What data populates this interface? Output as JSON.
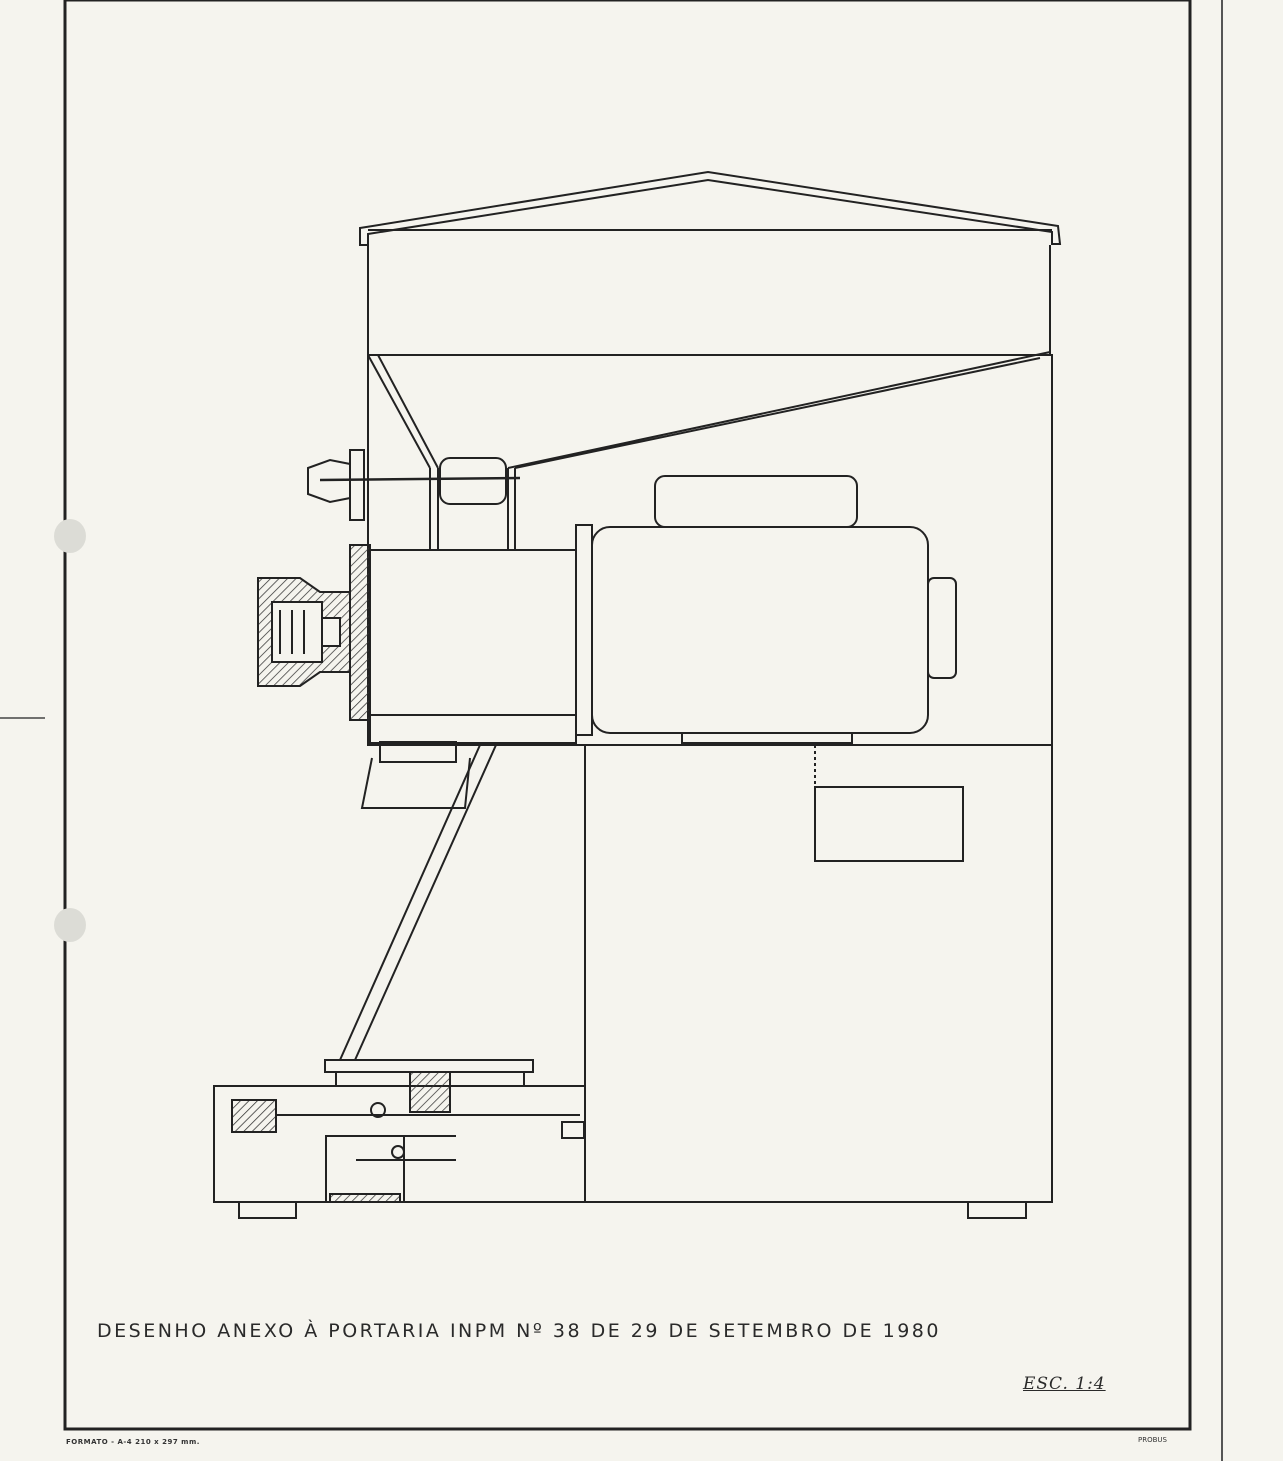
{
  "drawing": {
    "title": "DESENHO ANEXO À PORTARIA INPM Nº 38 DE 29 DE SETEMBRO DE 1980",
    "scale": "ESC. 1:4",
    "format_note": "FORMATO - A-4 210 x 297 mm.",
    "brand": "PROBUS"
  }
}
